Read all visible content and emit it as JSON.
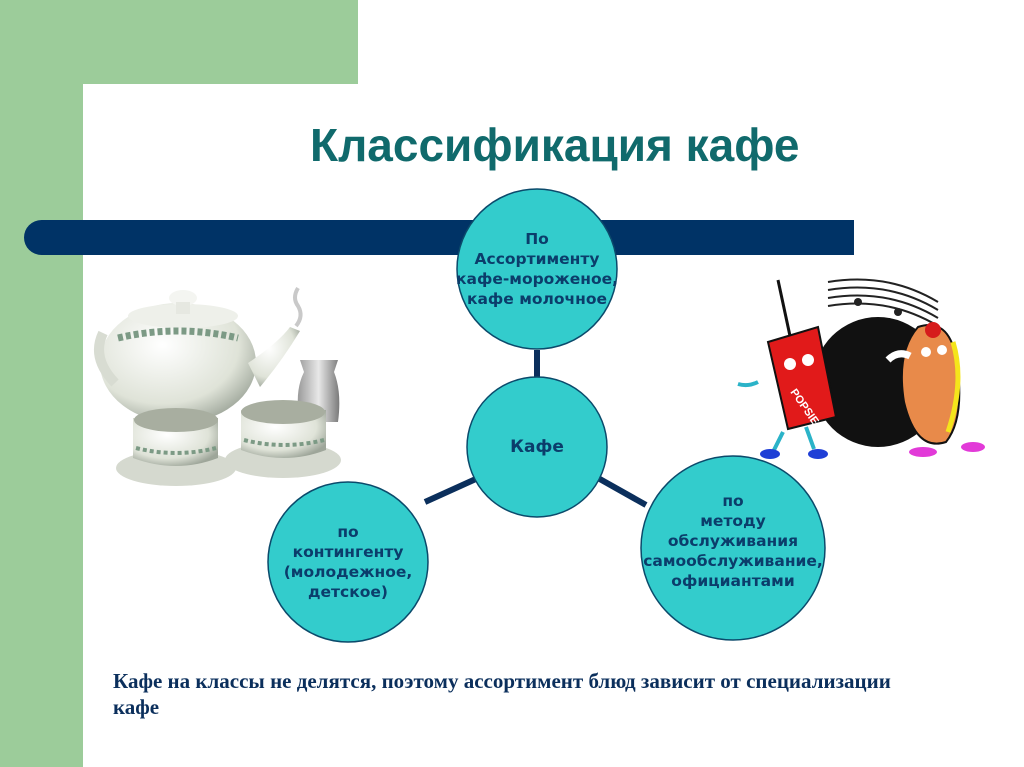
{
  "slide": {
    "title": "Классификация кафе",
    "footer_text": "Кафе на классы не делятся, поэтому ассортимент блюд зависит от специализации кафе"
  },
  "diagram": {
    "center": {
      "label": "Кафе"
    },
    "nodes": [
      {
        "id": "assortment",
        "label": "По\nАссортименту\nкафе-мороженое,\nкафе молочное"
      },
      {
        "id": "contingent",
        "label": "по\nконтингенту\n(молодежное,\nдетское)"
      },
      {
        "id": "service",
        "label": "по\nметоду\nобслуживания\nсамообслуживание,\nофициантами"
      }
    ]
  },
  "images": {
    "left": "teapot-and-cups-illustration",
    "right": "dancing-cup-and-hotdog-cartoon",
    "cup_brand_text": "POPSIE"
  },
  "colors": {
    "green_panel": "#9ccc9a",
    "nav_bar": "#003366",
    "title": "#106a6c",
    "circle_fill": "#33cccc",
    "circle_stroke": "#0b4a6b",
    "connector": "#0b2f5c",
    "node_text": "#0b3d6b",
    "footer_text": "#0b2f5c"
  }
}
